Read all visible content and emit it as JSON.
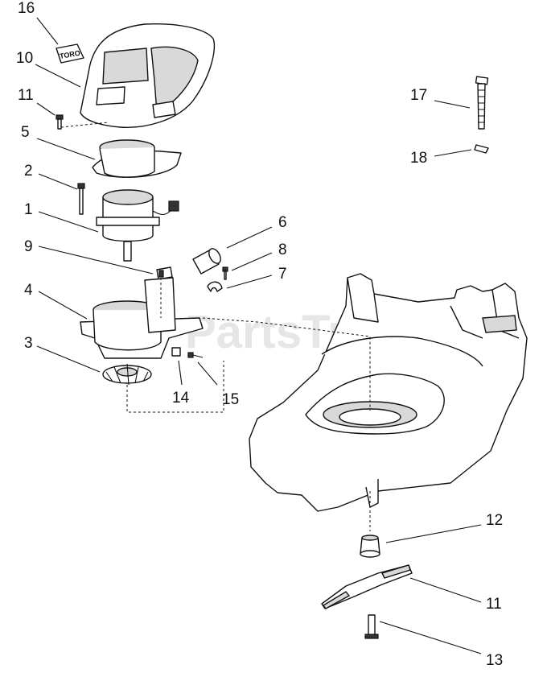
{
  "watermark": {
    "text": "PartsTree",
    "tm": "™"
  },
  "logo_text": "TORO",
  "callouts": {
    "c16": "16",
    "c10": "10",
    "c11a": "11",
    "c5": "5",
    "c2": "2",
    "c1": "1",
    "c9": "9",
    "c4": "4",
    "c3": "3",
    "c14": "14",
    "c15": "15",
    "c6": "6",
    "c8": "8",
    "c7": "7",
    "c17": "17",
    "c18": "18",
    "c12": "12",
    "c11b": "11",
    "c13": "13"
  }
}
